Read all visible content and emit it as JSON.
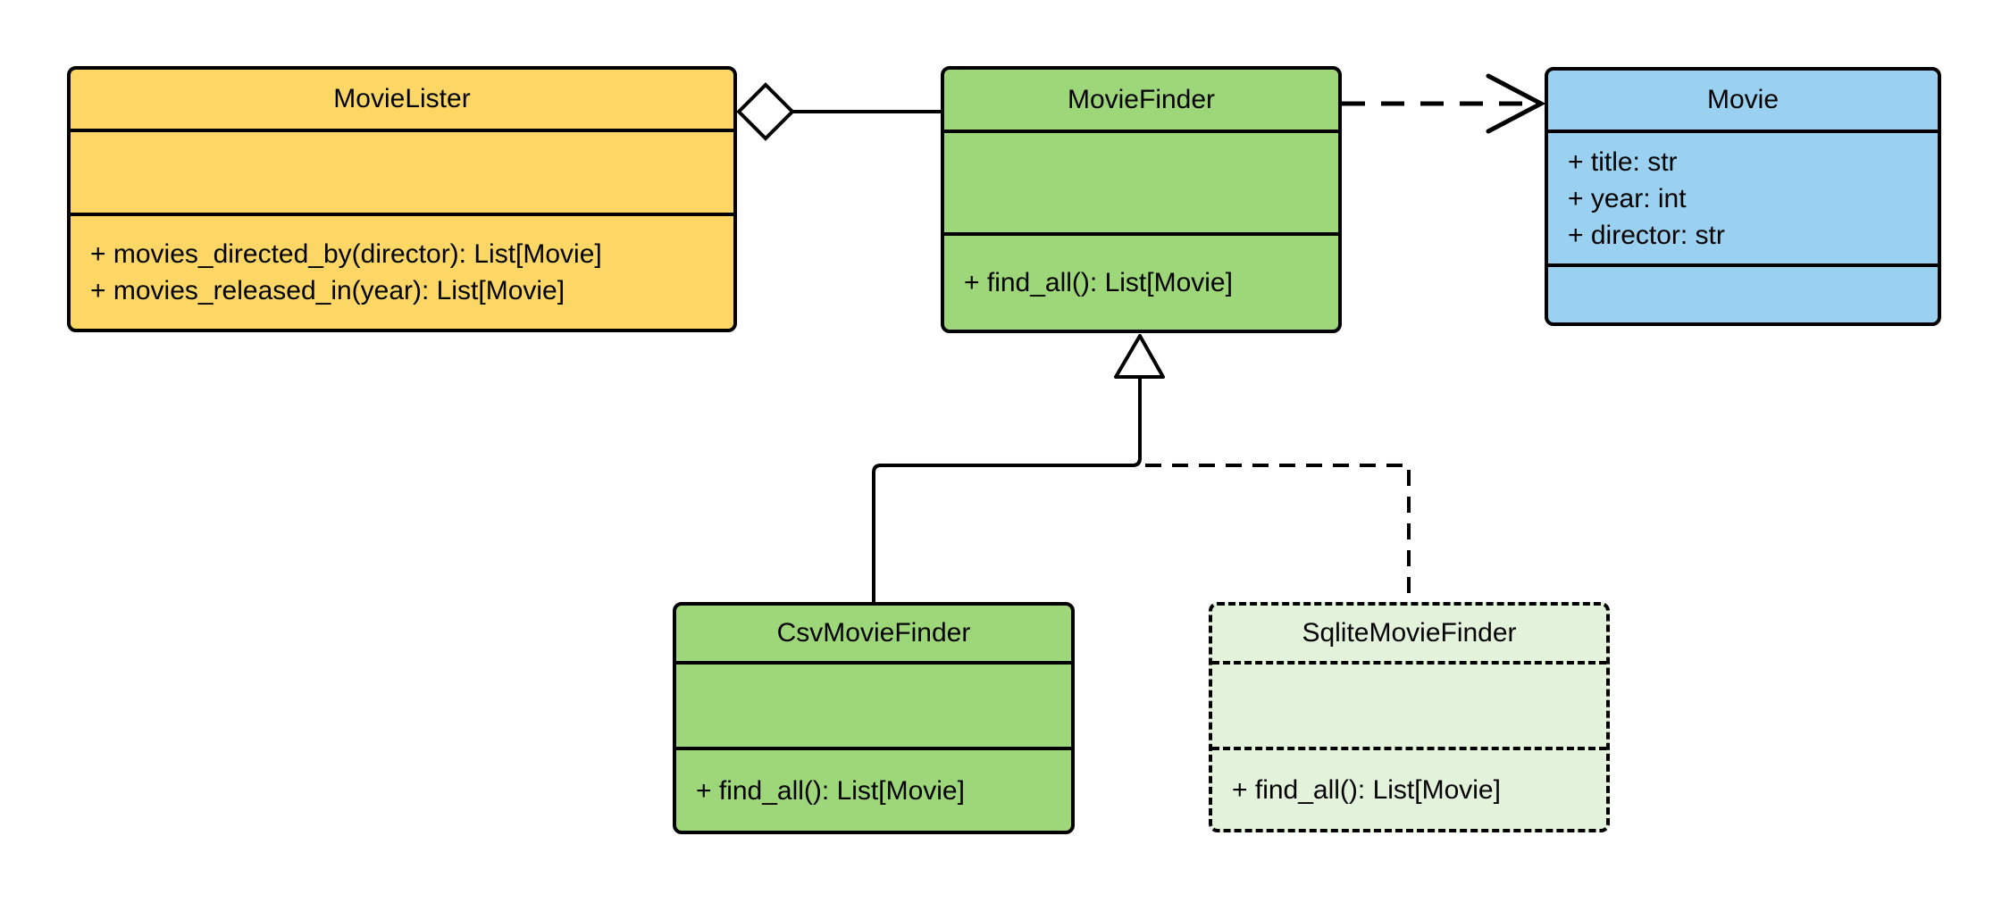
{
  "diagram": {
    "kind": "uml-class-diagram",
    "background_color": "#ffffff",
    "line_color": "#000000",
    "colors": {
      "yellow_class": "#fcd765",
      "green_class": "#9ed779",
      "blue_class": "#9ad1f1",
      "light_green_class": "#e3f2da"
    },
    "classes": [
      {
        "name": "MovieLister",
        "fill": "#fcd765",
        "border_style": "solid",
        "attributes": [],
        "methods": [
          "+ movies_directed_by(director): List[Movie]",
          "+ movies_released_in(year): List[Movie]"
        ]
      },
      {
        "name": "MovieFinder",
        "fill": "#9ed779",
        "border_style": "solid",
        "attributes": [],
        "methods": [
          "+ find_all(): List[Movie]"
        ]
      },
      {
        "name": "Movie",
        "fill": "#9ad1f1",
        "border_style": "solid",
        "attributes": [
          "+ title: str",
          "+ year: int",
          "+ director: str"
        ],
        "methods": []
      },
      {
        "name": "CsvMovieFinder",
        "fill": "#9ed779",
        "border_style": "solid",
        "attributes": [],
        "methods": [
          "+ find_all(): List[Movie]"
        ]
      },
      {
        "name": "SqliteMovieFinder",
        "fill": "#e3f2da",
        "border_style": "dashed",
        "attributes": [],
        "methods": [
          "+ find_all(): List[Movie]"
        ]
      }
    ],
    "relationships": [
      {
        "type": "aggregation",
        "source": "MovieLister",
        "target": "MovieFinder",
        "line_style": "solid",
        "marker": "hollow-diamond-at-source"
      },
      {
        "type": "dependency",
        "source": "MovieFinder",
        "target": "Movie",
        "line_style": "dashed",
        "marker": "open-arrowhead-at-target"
      },
      {
        "type": "generalization",
        "source": "CsvMovieFinder",
        "target": "MovieFinder",
        "line_style": "solid",
        "marker": "hollow-triangle-at-target"
      },
      {
        "type": "generalization",
        "source": "SqliteMovieFinder",
        "target": "MovieFinder",
        "line_style": "dashed",
        "marker": "hollow-triangle-at-target"
      }
    ]
  }
}
